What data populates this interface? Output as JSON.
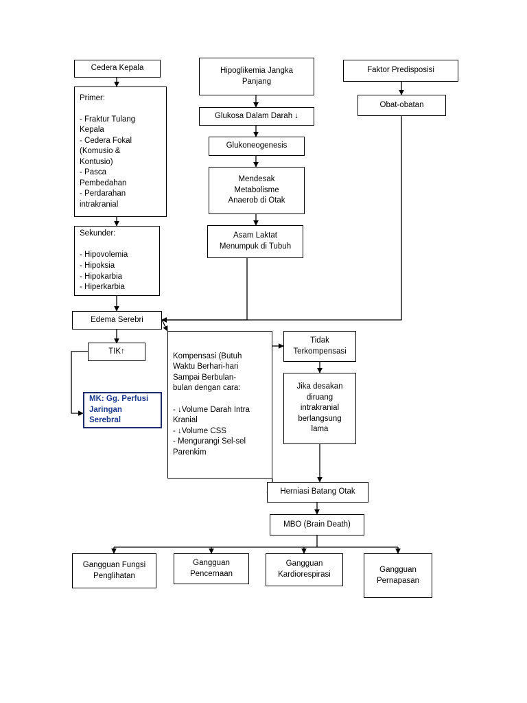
{
  "diagram": {
    "title": "Pathway diagram",
    "nodes": [
      {
        "id": "cedera_kepala",
        "label": "Cedera Kepala",
        "align": "center"
      },
      {
        "id": "primer",
        "label": "Primer:\n\n-   Fraktur Tulang\n    Kepala\n-   Cedera Fokal\n    (Komusio &\n    Kontusio)\n-   Pasca\n    Pembedahan\n-   Perdarahan\n    intrakranial",
        "align": "left"
      },
      {
        "id": "sekunder",
        "label": "Sekunder:\n\n-   Hipovolemia\n-   Hipoksia\n-   Hipokarbia\n-   Hiperkarbia",
        "align": "left"
      },
      {
        "id": "hipoglikemia",
        "label": "Hipoglikemia Jangka\nPanjang",
        "align": "center"
      },
      {
        "id": "glukosa",
        "label": "Glukosa Dalam Darah ↓",
        "align": "center"
      },
      {
        "id": "glukoneogenesis",
        "label": "Glukoneogenesis",
        "align": "center"
      },
      {
        "id": "mendesak",
        "label": "Mendesak\nMetabolisme\nAnaerob di Otak",
        "align": "center"
      },
      {
        "id": "asam_laktat",
        "label": "Asam Laktat\nMenumpuk di Tubuh",
        "align": "center"
      },
      {
        "id": "faktor_predisposisi",
        "label": "Faktor Predisposisi",
        "align": "center"
      },
      {
        "id": "obat_obatan",
        "label": "Obat-obatan",
        "align": "center"
      },
      {
        "id": "edema_serebri",
        "label": "Edema Serebri",
        "align": "center"
      },
      {
        "id": "tik",
        "label": "TIK↑",
        "align": "center"
      },
      {
        "id": "mk_perfusi",
        "label": "MK: Gg. Perfusi\nJaringan Serebral",
        "align": "left",
        "style": "mk"
      },
      {
        "id": "kompensasi",
        "label": "Kompensasi (Butuh\nWaktu Berhari-hari\nSampai Berbulan-\nbulan dengan cara:\n\n-   ↓Volume Darah Intra\n    Kranial\n-   ↓Volume CSS\n-   Mengurangi Sel-sel\n    Parenkim",
        "align": "left"
      },
      {
        "id": "tidak_terkompensasi",
        "label": "Tidak\nTerkompensasi",
        "align": "center"
      },
      {
        "id": "jika_desakan",
        "label": "Jika desakan\ndiruang\nintrakranial\nberlangsung\nlama",
        "align": "center"
      },
      {
        "id": "herniasi",
        "label": "Herniasi Batang Otak",
        "align": "center"
      },
      {
        "id": "mbo",
        "label": "MBO (Brain Death)",
        "align": "center"
      },
      {
        "id": "gg_penglihatan",
        "label": "Gangguan Fungsi\nPenglihatan",
        "align": "center"
      },
      {
        "id": "gg_pencernaan",
        "label": "Gangguan\nPencernaan",
        "align": "center"
      },
      {
        "id": "gg_kardiorespirasi",
        "label": "Gangguan\nKardiorespirasi",
        "align": "center"
      },
      {
        "id": "gg_pernapasan",
        "label": "Gangguan\nPernapasan",
        "align": "center"
      }
    ]
  },
  "colors": {
    "stroke": "#000000",
    "background": "#ffffff",
    "highlight_border": "#1a2a6c",
    "highlight_text": "#1a3a8f"
  }
}
